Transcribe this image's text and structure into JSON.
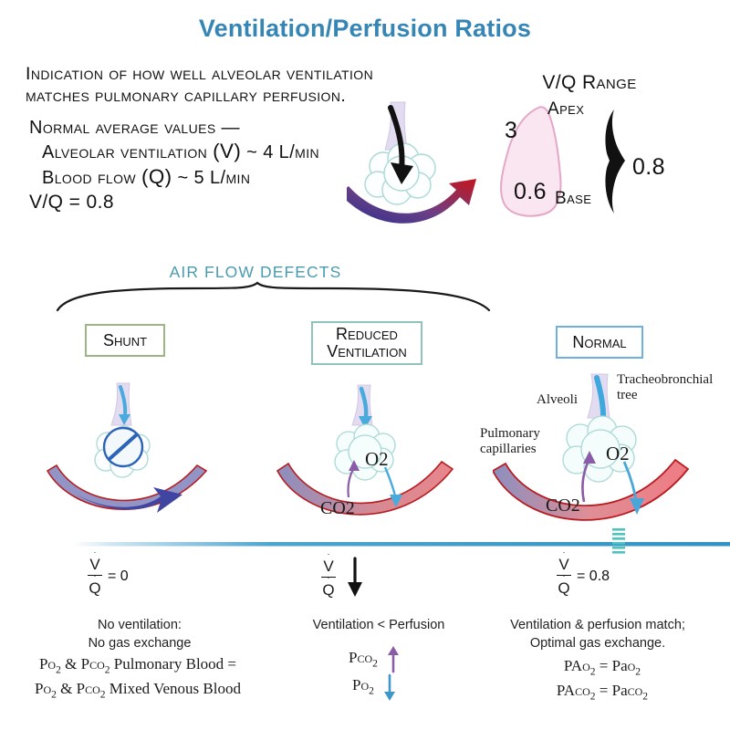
{
  "title": "Ventilation/Perfusion Ratios",
  "accent_color": "#3585b5",
  "teal_color": "#4a9cb0",
  "intro": {
    "line1": "Indication of how well alveolar ventilation",
    "line2": "matches pulmonary capillary perfusion."
  },
  "normal_values": {
    "heading": "Normal average values —",
    "line1_pre": "Alveolar ventilation ",
    "line1_var": "(V)",
    "line1_post": " ~ 4 L/min",
    "line2_pre": "Blood flow ",
    "line2_var": "(Q)",
    "line2_post": " ~ 5 L/min",
    "line3": "V/Q = 0.8"
  },
  "vq_range": {
    "title": "V/Q Range",
    "apex_label": "Apex",
    "base_label": "Base",
    "apex_value": "3",
    "base_value": "0.6",
    "mean_value": "0.8",
    "lung_fill": "#fae6f1",
    "lung_stroke": "#e3a8c8"
  },
  "section_header": "AIR FLOW DEFECTS",
  "panels": [
    {
      "key": "shunt",
      "box_label": "Shunt",
      "box_border": "#9bb584",
      "equation_value": "= 0",
      "caption_line1": "No ventilation:",
      "caption_line2": "No gas exchange",
      "eq_line1": "Po2 & Pco2 Pulmonary Blood =",
      "eq_line2": "Po2 & Pco2 Mixed Venous Blood"
    },
    {
      "key": "reduced",
      "box_label_line1": "Reduced",
      "box_label_line2": "Ventilation",
      "box_border": "#8fc3bb",
      "equation_value": "",
      "caption_line1": "Ventilation < Perfusion",
      "gas_up_label": "Pco2",
      "gas_down_label": "Po2",
      "o2_label": "O2",
      "co2_label": "CO2"
    },
    {
      "key": "normal",
      "box_label": "Normal",
      "box_border": "#6fb0dd",
      "equation_value": "= 0.8",
      "caption_line1": "Ventilation & perfusion match;",
      "caption_line2": "Optimal gas exchange.",
      "eq_line1": "PAo2 = Pao2",
      "eq_line2": "PAco2 = Paco2",
      "anatomy": {
        "tracheobronchial": "Tracheobronchial tree",
        "alveoli": "Alveoli",
        "pulmonary_capillaries": "Pulmonary capillaries",
        "o2_label": "O2",
        "co2_label": "CO2"
      }
    }
  ],
  "fraction": {
    "numerator": "V",
    "denominator": "Q",
    "dot": "·"
  },
  "icons": {
    "down_arrow": "↓",
    "up_arrow": "↑",
    "blocked": "no-entry-icon"
  }
}
